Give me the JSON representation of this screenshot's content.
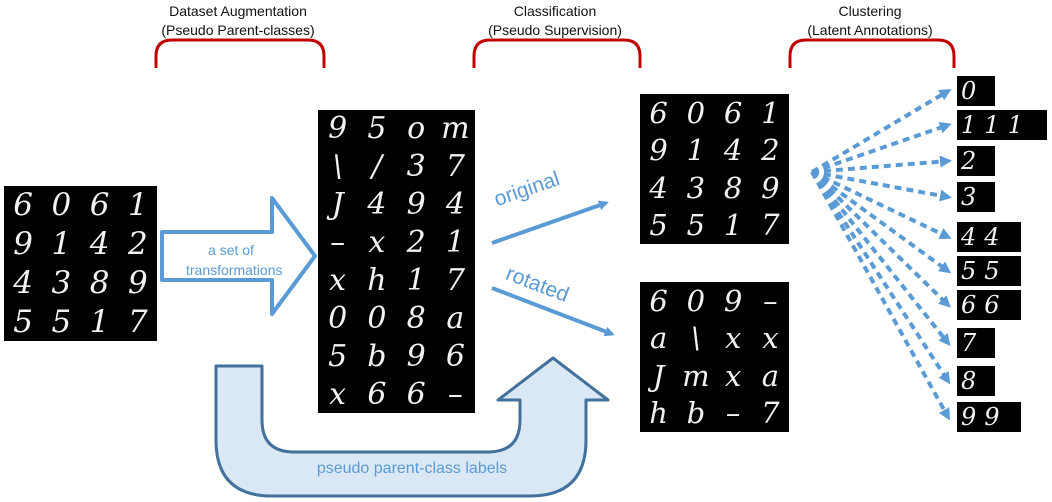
{
  "headers": {
    "augmentation": {
      "line1": "Dataset Augmentation",
      "line2": "(Pseudo Parent-classes)"
    },
    "classification": {
      "line1": "Classification",
      "line2": "(Pseudo Supervision)"
    },
    "clustering": {
      "line1": "Clustering",
      "line2": "(Latent Annotations)"
    }
  },
  "labels": {
    "transformations_line1": "a set of",
    "transformations_line2": "transformations",
    "original": "original",
    "rotated": "rotated",
    "pseudo_labels": "pseudo parent-class labels"
  },
  "colors": {
    "accent": "#5b9bd5",
    "bracket": "#c00000",
    "arrow_border": "#41719c"
  },
  "grids": {
    "input": [
      "6",
      "0",
      "6",
      "1",
      "9",
      "1",
      "4",
      "2",
      "4",
      "3",
      "8",
      "9",
      "5",
      "5",
      "1",
      "7"
    ],
    "augmented": [
      "9",
      "5",
      "o",
      "m",
      "\\",
      "/",
      "3",
      "7",
      "J",
      "4",
      "9",
      "4",
      "–",
      "x",
      "2",
      "1",
      "x",
      "h",
      "1",
      "7",
      "0",
      "0",
      "8",
      "a",
      "5",
      "b",
      "9",
      "6",
      "x",
      "6",
      "6",
      "–"
    ],
    "original": [
      "6",
      "0",
      "6",
      "1",
      "9",
      "1",
      "4",
      "2",
      "4",
      "3",
      "8",
      "9",
      "5",
      "5",
      "1",
      "7"
    ],
    "rotated": [
      "6",
      "0",
      "9",
      "–",
      "a",
      "\\",
      "x",
      "x",
      "J",
      "m",
      "x",
      "a",
      "h",
      "b",
      "–",
      "7"
    ]
  },
  "clusters": [
    [
      "0"
    ],
    [
      "1",
      "1",
      "1"
    ],
    [
      "2"
    ],
    [
      "3"
    ],
    [
      "4",
      "4"
    ],
    [
      "5",
      "5"
    ],
    [
      "6",
      "6"
    ],
    [
      "7"
    ],
    [
      "8"
    ],
    [
      "9",
      "9"
    ]
  ]
}
